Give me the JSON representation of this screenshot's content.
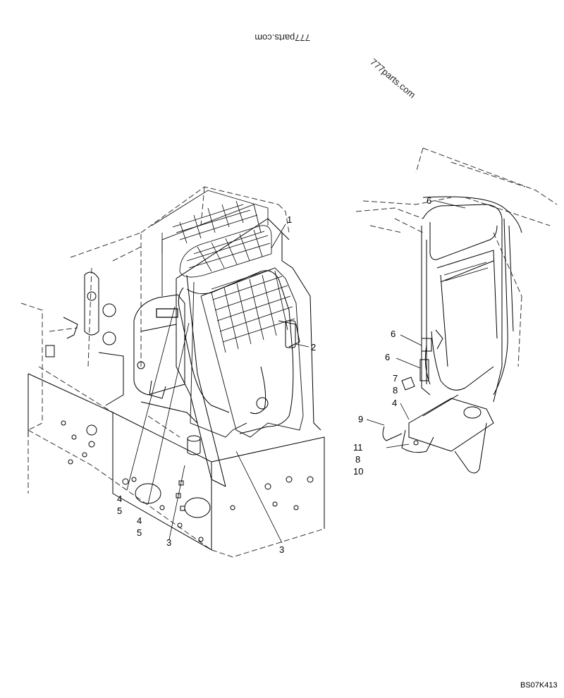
{
  "watermarks": {
    "upside_down": "777parts.com",
    "diagonal": "777parts.com"
  },
  "callouts": {
    "left": {
      "c1": "1",
      "c2": "2",
      "c3a": "3",
      "c3b": "3",
      "c4a": "4",
      "c5a": "5",
      "c4b": "4",
      "c5b": "5"
    },
    "right": {
      "c6a": "6",
      "c6b": "6",
      "c6c": "6",
      "c7": "7",
      "c8a": "8",
      "c4": "4",
      "c9": "9",
      "c11": "11",
      "c8b": "8",
      "c10": "10"
    }
  },
  "reference_code": "BS07K413"
}
